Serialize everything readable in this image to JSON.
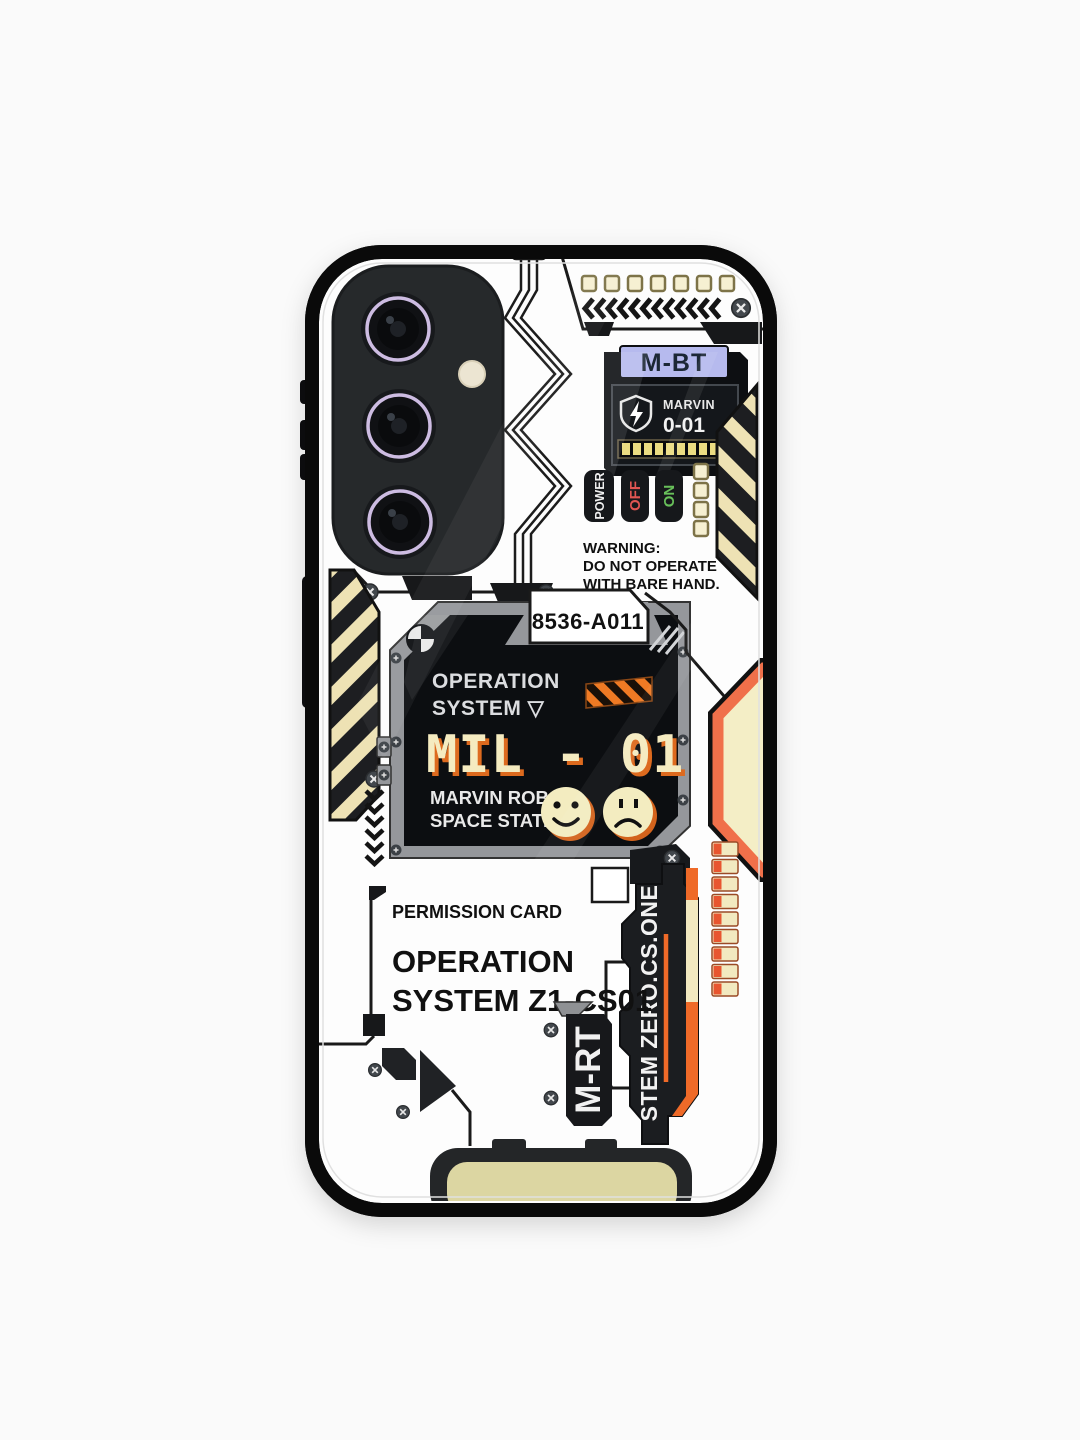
{
  "phone_case": {
    "description_label": "sci-fi circuit board phone case back",
    "battery_module": {
      "header_label": "M-BT",
      "screen": {
        "brand": "MARVIN",
        "model": "0-01"
      }
    },
    "power_controls": {
      "power_label": "POWER",
      "off_label": "OFF",
      "on_label": "ON"
    },
    "warning": {
      "line1": "WARNING:",
      "line2": "DO NOT OPERATE",
      "line3": "WITH BARE HAND."
    },
    "serial_tab": {
      "code": "8536-A011"
    },
    "operation_panel": {
      "header_line1": "OPERATION",
      "header_line2": "SYSTEM ▽",
      "model_code": "MIL - 01",
      "caption_line1": "MARVIN ROBOT",
      "caption_line2": "SPACE STATION"
    },
    "permission_section": {
      "label": "PERMISSION CARD",
      "title_line1": "OPERATION",
      "title_line2": "SYSTEM Z1-CS01"
    },
    "side_labels": {
      "badge": "M-RT",
      "rail": "STEM ZERO.CS.ONE"
    },
    "counts": {
      "top_pads": 7,
      "top_chevrons": 12,
      "down_chevrons": 6,
      "battery_segments": 10,
      "smd_pads": 9,
      "small_pads": 4
    }
  },
  "icons": {
    "shield_bolt": "⚡ shield",
    "bullseye": "◑ registration mark",
    "smiley_face": "☺",
    "sad_face": "☹",
    "screw": "✕ screw head",
    "chevron_left": "❮",
    "chevron_down": "⌄",
    "triangle_down": "▽"
  },
  "colors": {
    "page_bg": "#fafafa",
    "case_edge": "#0a0a0a",
    "case_face": "#fdfdfd",
    "module_black": "#0d0f12",
    "lavender": "#b6baee",
    "cream": "#f2e9c0",
    "olive_cream": "#dcd6a2",
    "accent_orange": "#ef6a28",
    "coral": "#f0704a",
    "hazard_orange": "#ef7a24",
    "off_red": "#e05552",
    "on_green": "#68c05a",
    "lens_ring": "#cdbce2",
    "frame_gray": "#95979b"
  }
}
